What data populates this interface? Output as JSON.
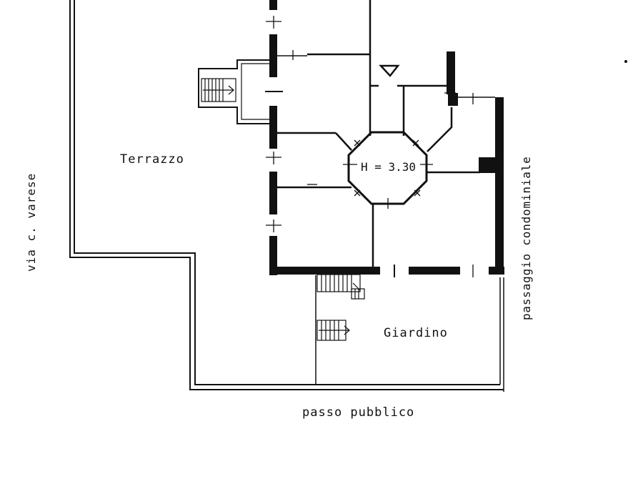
{
  "labels": {
    "terrazzo": "Terrazzo",
    "height": "H = 3.30",
    "giardino": "Giardino",
    "passo_pubblico": "passo pubblico",
    "via_varese": "via   c.  varese",
    "passaggio": "passaggio condominiale"
  },
  "colors": {
    "ink": "#111111",
    "paper": "#ffffff"
  }
}
